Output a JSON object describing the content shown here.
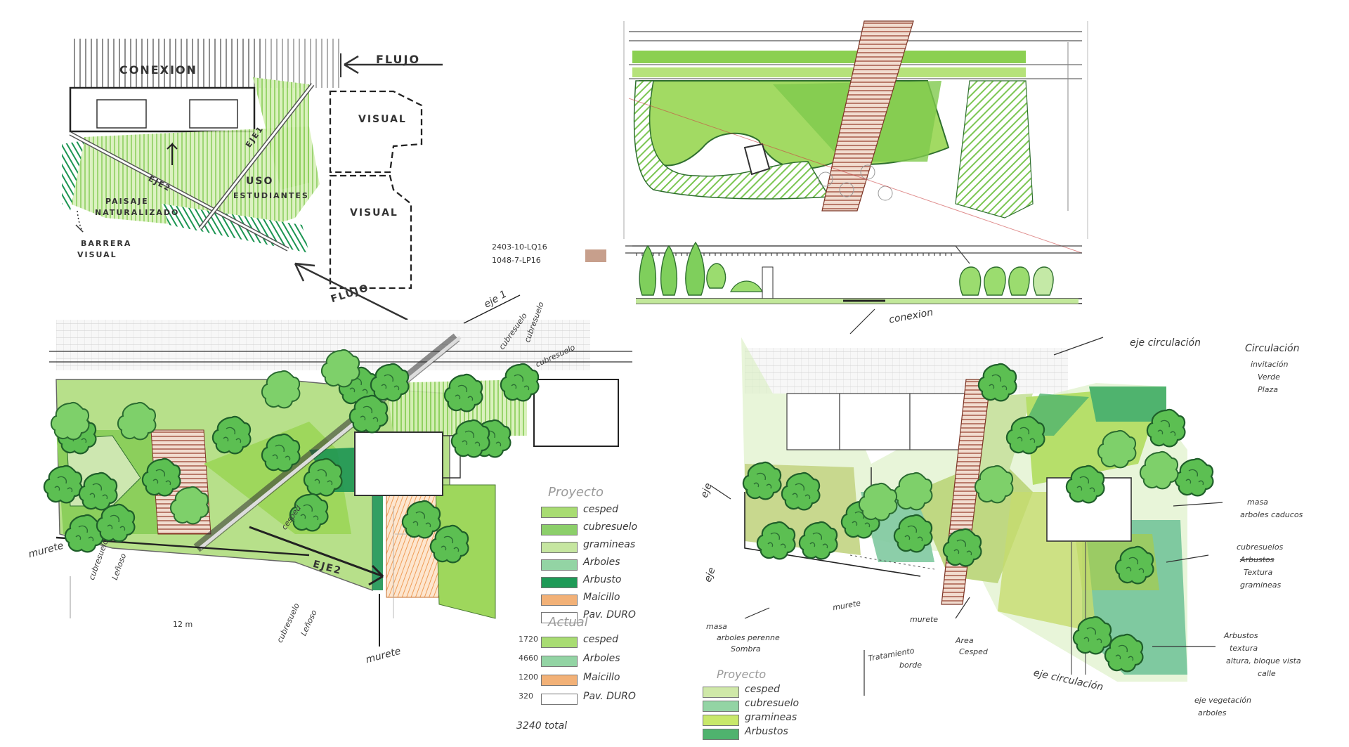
{
  "sketch1": {
    "conexion": "CONEXION",
    "flujo_top": "FLUJO",
    "flujo_bottom": "FLUJO",
    "visual_1": "VISUAL",
    "visual_2": "VISUAL",
    "eje1": "EJE1",
    "eje2": "EJE2",
    "uso": "USO",
    "estudiantes": "ESTUDIANTES",
    "paisaje": "PAISAJE",
    "naturalizado": "NATURALIZADO",
    "barrera": "BARRERA",
    "visual_3": "VISUAL"
  },
  "codes": {
    "line1": "2403-10-LQ16",
    "line2": "1048-7-LP16"
  },
  "sketch3": {
    "eje1": "eje 1",
    "arbustivo_1": "cubresuelo",
    "arbustivo_2": "cubresuelo",
    "arbustivo_3": "cubresuelo",
    "eje2": "EJE2",
    "murete_1": "murete",
    "murete_2": "murete",
    "cubresuelo_l1": "cubresuelo",
    "cubresuelo_l1b": "Leñoso",
    "cubresuelo_l2": "cubresuelo",
    "cubresuelo_l2b": "Leñoso",
    "dim": "12 m",
    "cesped_lbl": "cesped",
    "total": "3240 total",
    "legend_proyecto_title": "Proyecto",
    "legend_proyecto": [
      {
        "label": "cesped",
        "color": "#a8dc72"
      },
      {
        "label": "cubresuelo",
        "color": "#8ccf6a"
      },
      {
        "label": "gramineas",
        "color": "#c6e6a0"
      },
      {
        "label": "Arboles",
        "color": "#93d4a4"
      },
      {
        "label": "Arbusto",
        "color": "#1e9a57"
      },
      {
        "label": "Maicillo",
        "color": "#f2b177"
      },
      {
        "label": "Pav. DURO",
        "color": "#ffffff"
      }
    ],
    "legend_actual_title": "Actual",
    "legend_actual": [
      {
        "num": "1720",
        "label": "cesped",
        "color": "#a8dc72"
      },
      {
        "num": "4660",
        "label": "Arboles",
        "color": "#93d4a4"
      },
      {
        "num": "1200",
        "label": "Maicillo",
        "color": "#f2b177"
      },
      {
        "num": "320",
        "label": "Pav. DURO",
        "color": "#ffffff"
      }
    ]
  },
  "sketch4": {
    "conexion": "conexion",
    "eje_circulacion_top": "eje circulación",
    "circulacion": "Circulación",
    "invitacion": "invitación",
    "verde": "Verde",
    "plaza": "Plaza",
    "masa_arboles": "masa",
    "masa_arboles_b": "arboles caducos",
    "cubresuelos": "cubresuelos",
    "arbustos_t": "Arbustos",
    "textura": "Textura",
    "gramineas": "gramineas",
    "arbustos_r": "Arbustos",
    "textura_r": "textura",
    "altura": "altura, bloque vista",
    "calle": "calle",
    "eje_left": "eje",
    "eje_left2": "eje",
    "masa_left": "masa",
    "masa_left_b": "arboles perenne",
    "masa_left_c": "Sombra",
    "murete_1": "murete",
    "murete_2": "murete",
    "tratamiento": "Tratamiento",
    "tratamiento_b": "borde",
    "area": "Area",
    "area_b": "Cesped",
    "eje_circ_bottom": "eje circulación",
    "eje_vegetacion": "eje vegetación",
    "eje_vegetacion_b": "arboles",
    "legend_title": "Proyecto",
    "legend": [
      {
        "label": "cesped",
        "color": "#cfe8a8"
      },
      {
        "label": "cubresuelo",
        "color": "#93d4a4"
      },
      {
        "label": "gramineas",
        "color": "#c8e86a"
      },
      {
        "label": "Arbustos",
        "color": "#4fb36e"
      }
    ]
  },
  "colors": {
    "lime": "#9ed75c",
    "light_green": "#c9e9a4",
    "dark_green": "#1c9552",
    "mint": "#93d4a4",
    "orange": "#f2b177",
    "brown": "#8a3a2a",
    "ink": "#333333"
  }
}
